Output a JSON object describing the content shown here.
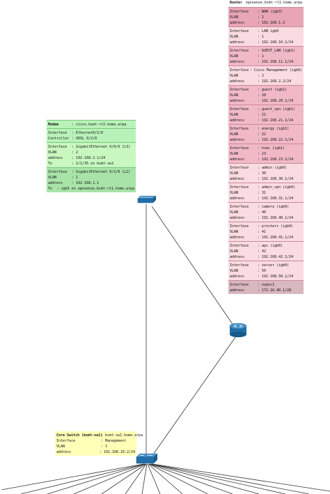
{
  "router": {
    "title": "Router",
    "host": "opnsense.bsmt-rt1.home.arpa",
    "interfaces": [
      {
        "interface": "WAN (igb3)",
        "vlan": "1",
        "address": "192.168.1.2"
      },
      {
        "interface": "LAN igb0",
        "vlan": "1",
        "address": "192.168.10.1/24"
      },
      {
        "interface": "GUEST_LAN (igb1)",
        "vlan": "1",
        "address": "192.168.11.1/24"
      },
      {
        "interface": "Cisco Management (igb0)",
        "vlan": "2",
        "address": "192.168.2.2/24"
      },
      {
        "interface": "guest (igb1)",
        "vlan": "20",
        "address": "192.168.20.1/24"
      },
      {
        "interface": "guest_vpn (igb1)",
        "vlan": "21",
        "address": "192.168.21.1/24"
      },
      {
        "interface": "energy (igb1)",
        "vlan": "22",
        "address": "192.168.22.1/24"
      },
      {
        "interface": "hvac (igb1)",
        "vlan": "23",
        "address": "192.168.23.1/24"
      },
      {
        "interface": "admin (igb0)",
        "vlan": "30",
        "address": "192.168.30.1/24"
      },
      {
        "interface": "admin_vpn (igb0)",
        "vlan": "31",
        "address": "192.168.31.1/24"
      },
      {
        "interface": "camera (igb0)",
        "vlan": "40",
        "address": "192.168.40.1/24"
      },
      {
        "interface": "printers (igb0)",
        "vlan": "41",
        "address": "192.168.41.1/24"
      },
      {
        "interface": "aps (igb0)",
        "vlan": "42",
        "address": "192.168.42.1/24"
      },
      {
        "interface": "server (igb0)",
        "vlan": "50",
        "address": "192.168.50.1/24"
      },
      {
        "interface": "ovpnc1",
        "address": "172.16.40.1/28"
      }
    ]
  },
  "modem": {
    "title": "Modem",
    "host": ": cisco.bsmt-rt2.home.arpa",
    "box1": {
      "interface": ": Ethernet0/2/0",
      "controller": ": VDSL 0/2/0"
    },
    "box2": {
      "interface": ": GigabitEthernet 0/0/0 (L3)",
      "vlan": ": 2",
      "address": ": 192.168.2.1/24",
      "to": ": 1/1/35 on bsmt-sw1"
    },
    "box3": {
      "interface": ": GigabitEthernet 0/1/0 (L2)",
      "vlan": ": 1",
      "address": ": 192.168.1.1",
      "to": ": igb3 on opnsense.bsmt-rt1.home.arpa"
    }
  },
  "core_switch": {
    "title": "Core Switch (bsmt-sw1)",
    "host": ": bsmt-sw1.home.arpa",
    "interface": ": Management",
    "vlan": ": 1",
    "address": ": 192.168.10.2/24"
  },
  "labels": {
    "interface": "Interface",
    "vlan": "VLAN",
    "address": "address",
    "controller": "Controller",
    "to": "To",
    "colon": ":"
  },
  "colors": {
    "router_wan": "#e8a5b5",
    "router_lan": "#fbdbe2",
    "modem": "#b9f2b9",
    "core_switch": "#ffffb8",
    "device_blue": "#1f6ea8"
  }
}
